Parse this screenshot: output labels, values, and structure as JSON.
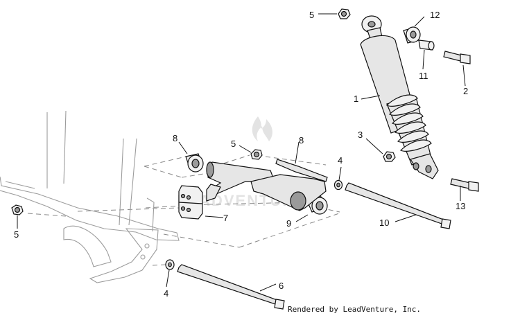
{
  "callouts": [
    {
      "id": "c1",
      "text": "1"
    },
    {
      "id": "c2",
      "text": "2"
    },
    {
      "id": "c3",
      "text": "3"
    },
    {
      "id": "c4a",
      "text": "4"
    },
    {
      "id": "c4b",
      "text": "4"
    },
    {
      "id": "c5a",
      "text": "5"
    },
    {
      "id": "c5b",
      "text": "5"
    },
    {
      "id": "c5c",
      "text": "5"
    },
    {
      "id": "c6",
      "text": "6"
    },
    {
      "id": "c7",
      "text": "7"
    },
    {
      "id": "c8a",
      "text": "8"
    },
    {
      "id": "c8b",
      "text": "8"
    },
    {
      "id": "c9",
      "text": "9"
    },
    {
      "id": "c10",
      "text": "10"
    },
    {
      "id": "c11",
      "text": "11"
    },
    {
      "id": "c12",
      "text": "12"
    },
    {
      "id": "c13",
      "text": "13"
    }
  ],
  "watermark": "LEADVENTURE",
  "credit": "Rendered by LeadVenture, Inc."
}
